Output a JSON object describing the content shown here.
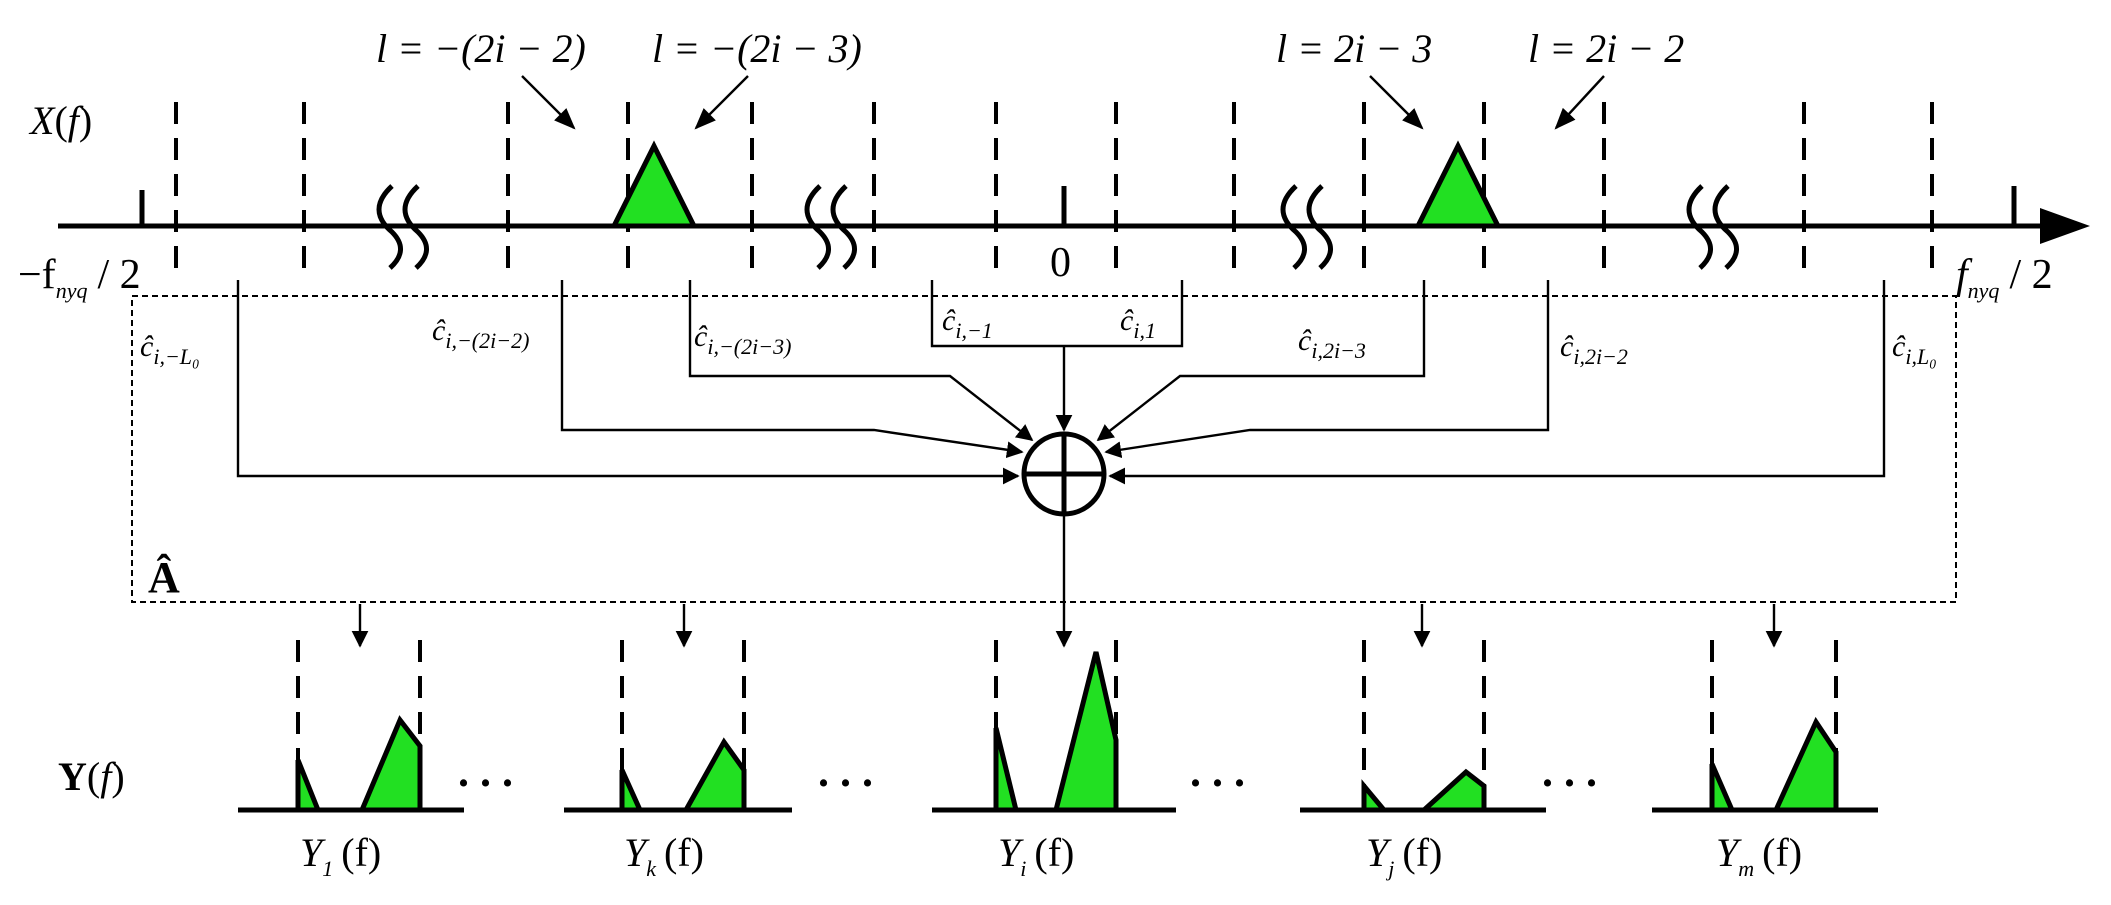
{
  "axis": {
    "spectrum_label": "X(f)",
    "left_end_label": "−f",
    "left_end_sub": "nyq",
    "left_end_tail": "/ 2",
    "right_end_label": "f",
    "right_end_sub": "nyq",
    "right_end_tail": "/ 2",
    "zero_label": "0"
  },
  "index_labels": {
    "l_neg_2i_2": "l = −(2i − 2)",
    "l_neg_2i_3": "l = −(2i − 3)",
    "l_pos_2i_3": "l = 2i − 3",
    "l_pos_2i_2": "l = 2i − 2"
  },
  "coefficients": {
    "c_neg_L0": "ĉ",
    "c_neg_L0_sub": "i,−L₀",
    "c_neg_2i_2": "ĉ",
    "c_neg_2i_2_sub": "i,−(2i−2)",
    "c_neg_2i_3": "ĉ",
    "c_neg_2i_3_sub": "i,−(2i−3)",
    "c_neg_1": "ĉ",
    "c_neg_1_sub": "i,−1",
    "c_pos_1": "ĉ",
    "c_pos_1_sub": "i,1",
    "c_pos_2i_3": "ĉ",
    "c_pos_2i_3_sub": "i,2i−3",
    "c_pos_2i_2": "ĉ",
    "c_pos_2i_2_sub": "i,2i−2",
    "c_pos_L0": "ĉ",
    "c_pos_L0_sub": "i,L₀"
  },
  "matrix_label": "Â",
  "output": {
    "vector_label": "Y(f)",
    "ellipsis": ". . .",
    "channels": [
      {
        "name": "Y",
        "sub": "1",
        "tail": "(f)"
      },
      {
        "name": "Y",
        "sub": "k",
        "tail": "(f)"
      },
      {
        "name": "Y",
        "sub": "i",
        "tail": "(f)"
      },
      {
        "name": "Y",
        "sub": "j",
        "tail": "(f)"
      },
      {
        "name": "Y",
        "sub": "m",
        "tail": "(f)"
      }
    ]
  },
  "colors": {
    "band_fill": "#22e022",
    "stroke": "#000000",
    "background": "#ffffff"
  }
}
